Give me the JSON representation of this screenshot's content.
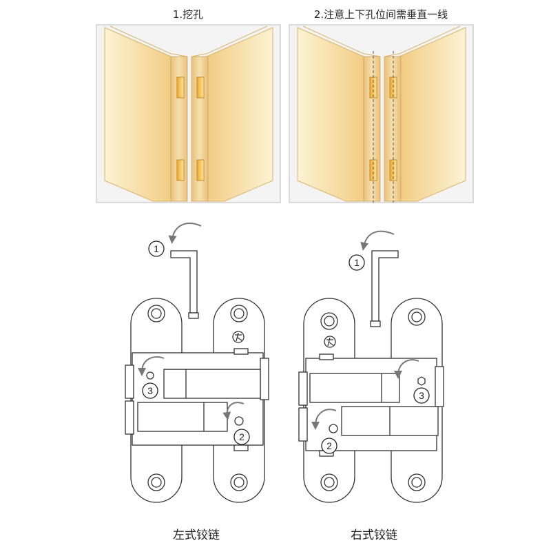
{
  "steps": [
    {
      "label": "1.挖孔"
    },
    {
      "label": "2.注意上下孔位间需垂直一线"
    }
  ],
  "hinges": [
    {
      "caption": "左式铰链"
    },
    {
      "caption": "右式铰链"
    }
  ],
  "markers": {
    "one": "1",
    "two": "2",
    "three": "3"
  },
  "colors": {
    "panel_light": "#fdf2cf",
    "panel_dark": "#f3cf86",
    "edge": "#ecc47a",
    "slot": "#f2b63c",
    "bg_box": "#f4f4f4",
    "outline": "#333333"
  }
}
